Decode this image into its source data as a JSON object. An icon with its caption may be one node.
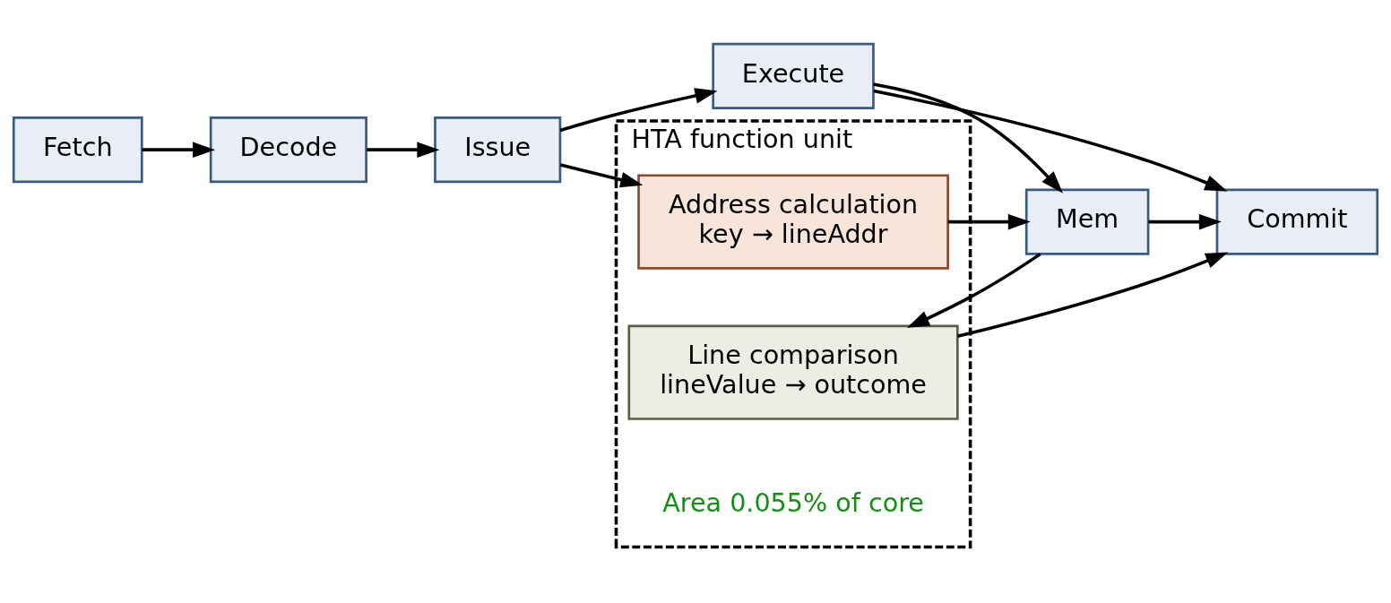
{
  "diagram": {
    "nodes": [
      {
        "text": [
          "Fetch"
        ]
      },
      {
        "text": [
          "Decode"
        ]
      },
      {
        "text": [
          "Issue"
        ]
      },
      {
        "text": [
          "Execute"
        ]
      },
      {
        "text": [
          "Mem"
        ]
      },
      {
        "text": [
          "Commit"
        ]
      },
      {
        "text": [
          "HTA function unit"
        ]
      },
      {
        "text": [
          "Address calculation",
          "key → lineAddr"
        ],
        "in": 6
      },
      {
        "text": [
          "Line comparison",
          "lineValue → outcome"
        ],
        "in": 6
      }
    ],
    "edges": [
      {
        "from": 0,
        "to": 1,
        "arrow": "to"
      },
      {
        "from": 1,
        "to": 2,
        "arrow": "to"
      },
      {
        "from": 2,
        "to": 3,
        "arrow": "to"
      },
      {
        "from": 2,
        "to": 7,
        "arrow": "to"
      },
      {
        "from": 3,
        "to": 4,
        "arrow": "to"
      },
      {
        "from": 3,
        "to": 5,
        "arrow": "to"
      },
      {
        "from": 4,
        "to": 5,
        "arrow": "to"
      },
      {
        "from": 7,
        "to": 4,
        "arrow": "to"
      },
      {
        "from": 4,
        "to": 8,
        "arrow": "to"
      },
      {
        "from": 8,
        "to": 5,
        "arrow": "to"
      }
    ],
    "labels": [
      "Area 0.055% of core"
    ]
  }
}
